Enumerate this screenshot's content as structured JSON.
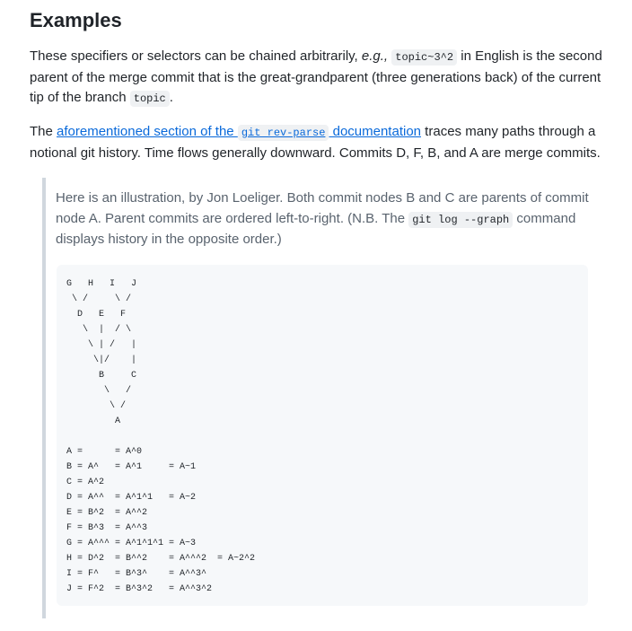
{
  "heading": "Examples",
  "para1": {
    "text_before": "These specifiers or selectors can be chained arbitrarily, ",
    "eg": "e.g.,",
    "code1": "topic~3^2",
    "text_middle": " in English is the second parent of the merge commit that is the great-grandparent (three generations back) of the current tip of the branch ",
    "code2": "topic",
    "text_end": "."
  },
  "para2": {
    "text_before": "The ",
    "link_text_1": "aforementioned section of the ",
    "link_code": "git rev-parse",
    "link_text_2": " documentation",
    "text_after": " traces many paths through a notional git history. Time flows generally downward. Commits D, F, B, and A are merge commits."
  },
  "quote": {
    "text_before": "Here is an illustration, by Jon Loeliger. Both commit nodes B and C are parents of commit node A. Parent commits are ordered left-to-right. (N.B. The ",
    "code": "git log --graph",
    "text_after": " command displays history in the opposite order.)"
  },
  "diagram": "G   H   I   J\n \\ /     \\ /\n  D   E   F\n   \\  |  / \\\n    \\ | /   |\n     \\|/    |\n      B     C\n       \\   /\n        \\ /\n         A\n\nA =      = A^0\nB = A^   = A^1     = A~1\nC = A^2\nD = A^^  = A^1^1   = A~2\nE = B^2  = A^^2\nF = B^3  = A^^3\nG = A^^^ = A^1^1^1 = A~3\nH = D^2  = B^^2    = A^^^2  = A~2^2\nI = F^   = B^3^    = A^^3^\nJ = F^2  = B^3^2   = A^^3^2"
}
